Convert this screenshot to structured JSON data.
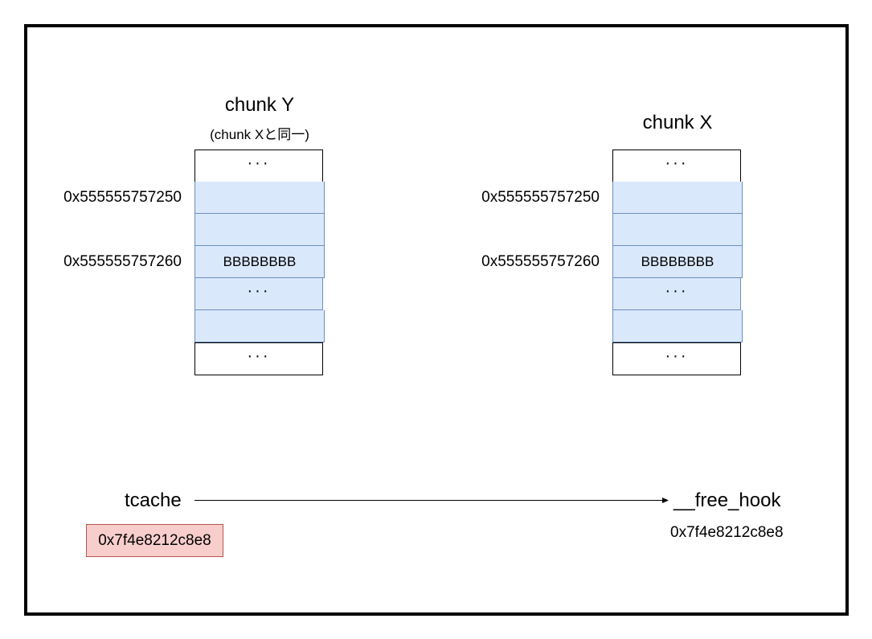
{
  "chunk_y": {
    "title": "chunk Y",
    "subtitle": "(chunk Xと同一)",
    "addr_1": "0x555555757250",
    "addr_2": "0x555555757260",
    "cells": [
      "···",
      "",
      "",
      "BBBBBBBB",
      "···",
      "",
      "···"
    ]
  },
  "chunk_x": {
    "title": "chunk X",
    "addr_1": "0x555555757250",
    "addr_2": "0x555555757260",
    "cells": [
      "···",
      "",
      "",
      "BBBBBBBB",
      "···",
      "",
      "···"
    ]
  },
  "tcache": {
    "label": "tcache",
    "value": "0x7f4e8212c8e8"
  },
  "free_hook": {
    "label": "__free_hook",
    "address": "0x7f4e8212c8e8"
  },
  "colors": {
    "chunk_fill": "#dae8fc",
    "chunk_stroke": "#6c8ebf",
    "tcache_fill": "#f8cecc",
    "tcache_stroke": "#b85450"
  }
}
